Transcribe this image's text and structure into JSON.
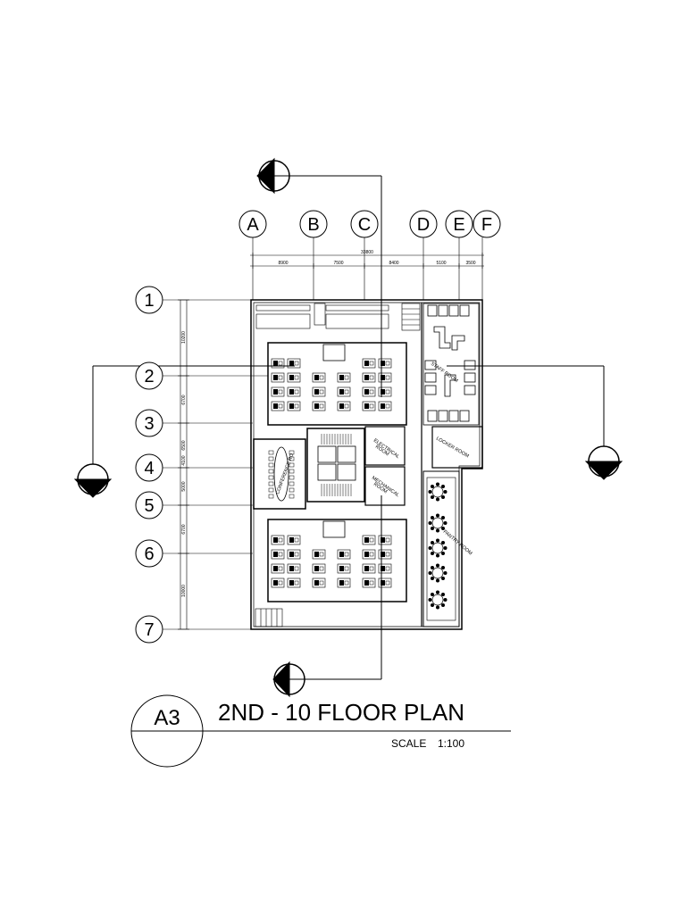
{
  "grid": {
    "columns": [
      "A",
      "B",
      "C",
      "D",
      "E",
      "F"
    ],
    "rows": [
      "1",
      "2",
      "3",
      "4",
      "5",
      "6",
      "7"
    ]
  },
  "dimensions": {
    "overall": "33800",
    "bays_horizontal": [
      "8900",
      "7500",
      "8400",
      "5100",
      "3500"
    ],
    "bays_vertical": [
      "10200",
      "6700",
      "6500",
      "4100",
      "5000",
      "6700",
      "10000"
    ]
  },
  "rooms": {
    "staff_room": "STAFF ROOM",
    "locker_room": "LOCKER ROOM",
    "electrical_room_1": "ELECTRICAL",
    "electrical_room_2": "ROOM",
    "mechanical_room_1": "MECHANICAL",
    "mechanical_room_2": "ROOM",
    "conference_room": "CONFERENCE RO",
    "pantry_room": "PANTRY ROOM"
  },
  "title_block": {
    "sheet_id": "A3",
    "title": "2ND - 10 FLOOR PLAN",
    "scale_label": "SCALE",
    "scale_value": "1:100"
  },
  "colors": {
    "line": "#000000",
    "background": "#ffffff"
  }
}
